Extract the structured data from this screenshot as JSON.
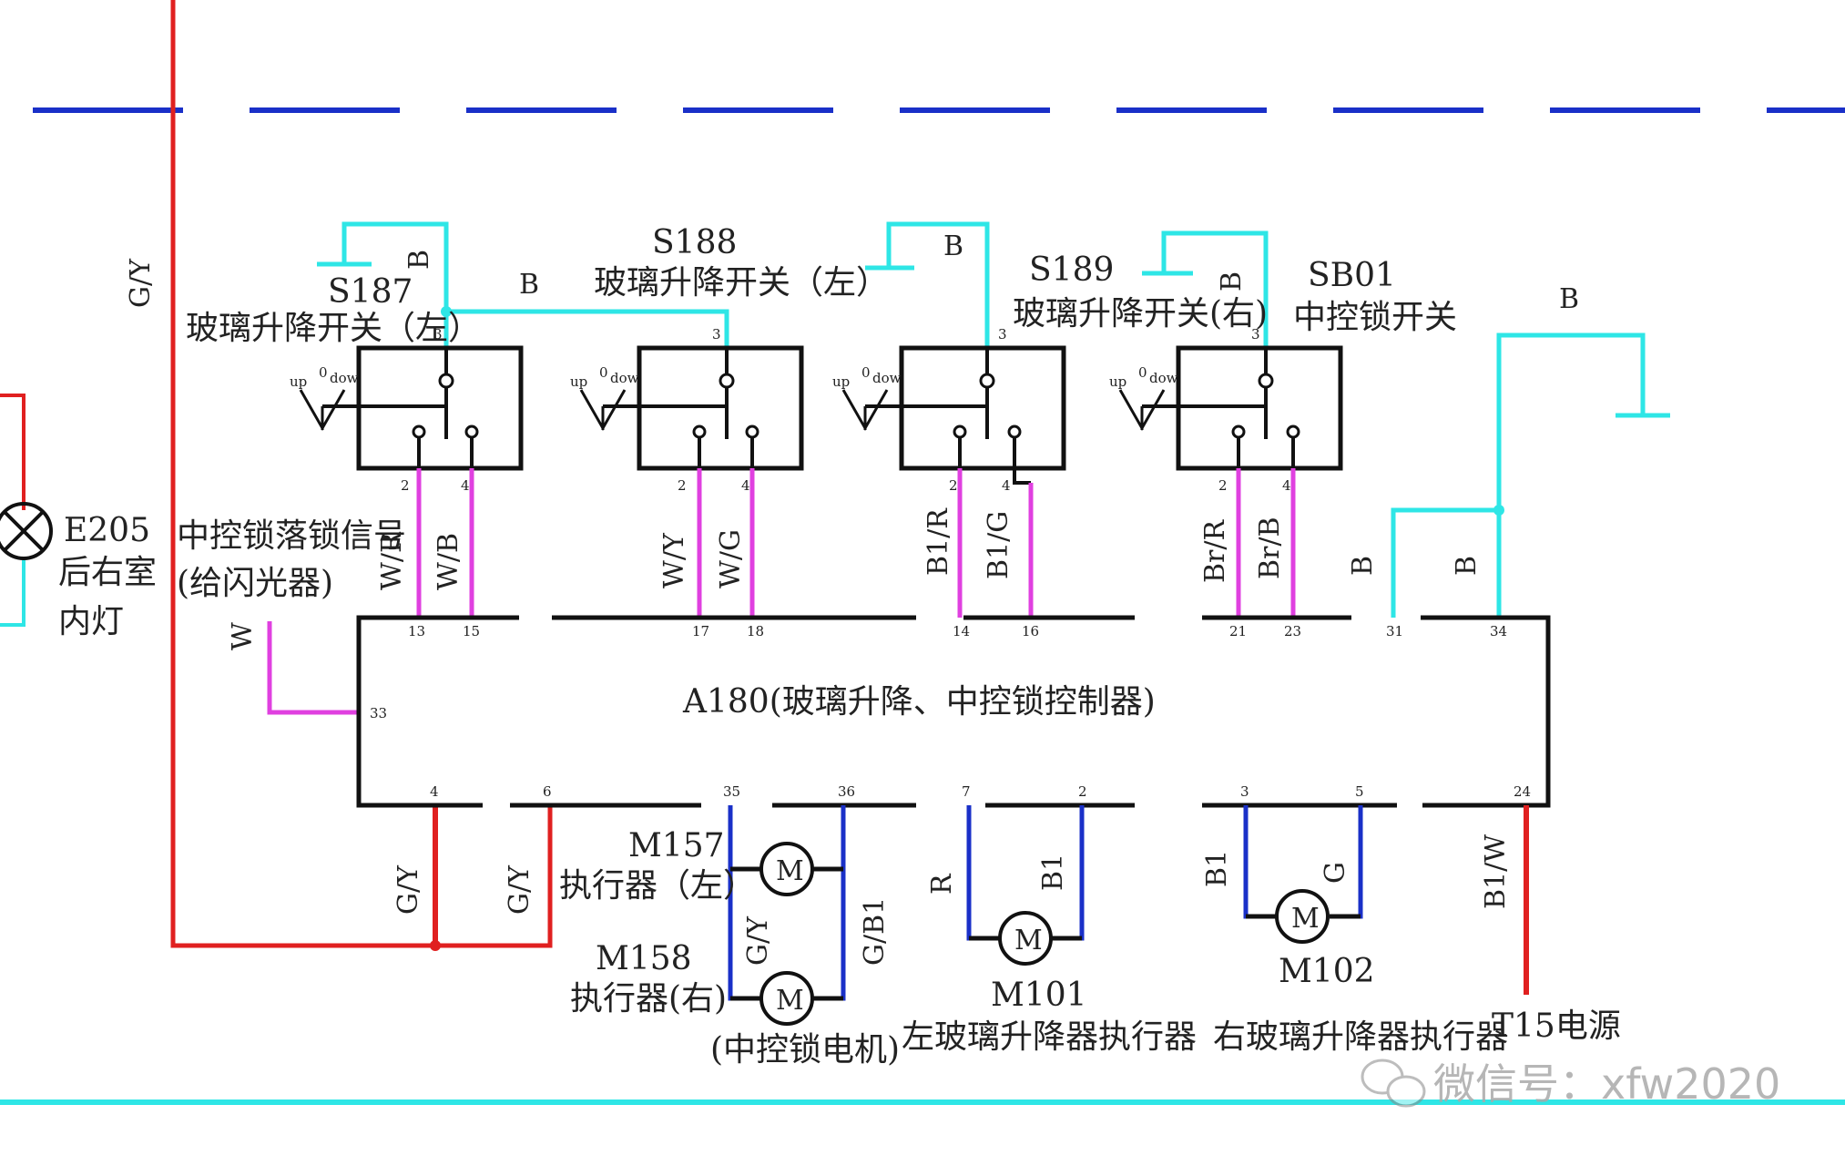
{
  "colors": {
    "cyan": "#2ee6e6",
    "magenta": "#e040e0",
    "red": "#e02020",
    "blue": "#1a30c8",
    "black": "#111111",
    "dash": "#1a30c8"
  },
  "components": {
    "s187": {
      "id": "S187",
      "name": "玻璃升降开关（左）"
    },
    "s188": {
      "id": "S188",
      "name": "玻璃升降开关（左）"
    },
    "s189": {
      "id": "S189",
      "name": "玻璃升降开关(右)"
    },
    "sb01": {
      "id": "SB01",
      "name": "中控锁开关"
    },
    "e205": {
      "id": "E205",
      "name_line1": "后右室",
      "name_line2": "内灯"
    },
    "signal": {
      "line1": "中控锁落锁信号",
      "line2": "(给闪光器)"
    },
    "a180": {
      "name": "A180(玻璃升降、中控锁控制器)"
    },
    "m157": {
      "id": "M157",
      "name": "执行器（左）"
    },
    "m158": {
      "id": "M158",
      "name": "执行器(右)"
    },
    "lockmotor": {
      "name": "(中控锁电机)"
    },
    "m101": {
      "id": "M101",
      "name": "左玻璃升降器执行器"
    },
    "m102": {
      "id": "M102",
      "name": "右玻璃升降器执行器"
    },
    "t15": {
      "name": "T15电源"
    }
  },
  "switch_labels": {
    "up": "up",
    "zero": "0",
    "down": "dow"
  },
  "motor_symbol": "M",
  "wires": {
    "gy": "G/Y",
    "b": "B",
    "w": "W",
    "wr": "W/R",
    "wb": "W/B",
    "wy": "W/Y",
    "wg": "W/G",
    "b1r": "B1/R",
    "b1g": "B1/G",
    "brr": "Br/R",
    "brb": "Br/B",
    "r": "R",
    "b1": "B1",
    "g": "G",
    "gb1": "G/B1",
    "b1w": "B1/W"
  },
  "pins": {
    "p2": "2",
    "p3": "3",
    "p4": "4",
    "p5": "5",
    "p6": "6",
    "p7": "7",
    "p13": "13",
    "p14": "14",
    "p15": "15",
    "p16": "16",
    "p17": "17",
    "p18": "18",
    "p21": "21",
    "p23": "23",
    "p24": "24",
    "p31": "31",
    "p33": "33",
    "p34": "34",
    "p35": "35",
    "p36": "36"
  },
  "watermark": "微信号：xfw2020"
}
